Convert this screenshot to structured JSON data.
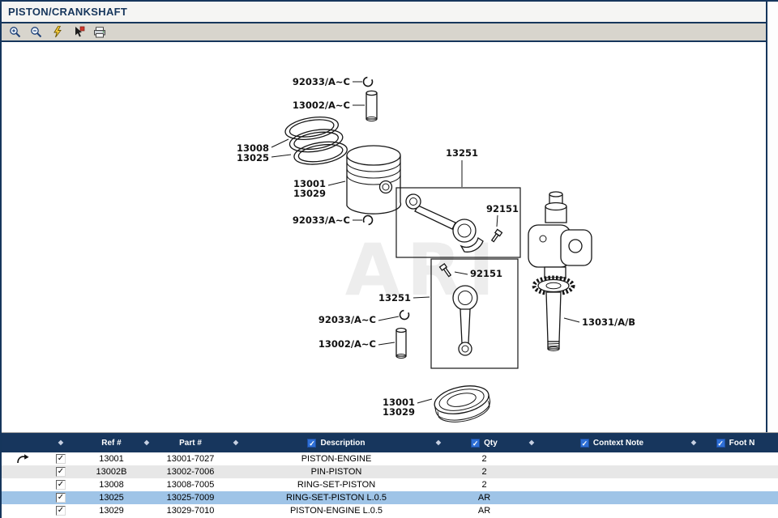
{
  "window": {
    "title": "PISTON/CRANKSHAFT"
  },
  "toolbar": {
    "buttons": [
      "zoom-in",
      "zoom-out",
      "quick-zoom",
      "hotspot",
      "print"
    ]
  },
  "icons": {
    "check_glyph": "✓",
    "sort_glyph": "◆"
  },
  "diagram": {
    "watermark": "ARI",
    "labels": {
      "circlip_top": "92033/A~C",
      "pin_top": "13002/A~C",
      "ring_a": "13008",
      "ring_b": "13025",
      "piston_a": "13001",
      "piston_b": "13029",
      "circlip_mid": "92033/A~C",
      "conrod_top": "13251",
      "bolt_top": "92151",
      "bolt_bottom": "92151",
      "conrod_bottom": "13251",
      "circlip_bottom": "92033/A~C",
      "pin_bottom": "13002/A~C",
      "crankshaft": "13031/A/B",
      "piston2_a": "13001",
      "piston2_b": "13029"
    }
  },
  "table": {
    "headers": {
      "ref": "Ref #",
      "part": "Part #",
      "desc": "Description",
      "qty": "Qty",
      "context": "Context Note",
      "foot": "Foot N"
    },
    "rows": [
      {
        "ref": "13001",
        "part": "13001-7027",
        "desc": "PISTON-ENGINE",
        "qty": "2",
        "context": "",
        "foot": ""
      },
      {
        "ref": "13002B",
        "part": "13002-7006",
        "desc": "PIN-PISTON",
        "qty": "2",
        "context": "",
        "foot": ""
      },
      {
        "ref": "13008",
        "part": "13008-7005",
        "desc": "RING-SET-PISTON",
        "qty": "2",
        "context": "",
        "foot": ""
      },
      {
        "ref": "13025",
        "part": "13025-7009",
        "desc": "RING-SET-PISTON L.0.5",
        "qty": "AR",
        "context": "",
        "foot": ""
      },
      {
        "ref": "13029",
        "part": "13029-7010",
        "desc": "PISTON-ENGINE L.0.5",
        "qty": "AR",
        "context": "",
        "foot": ""
      }
    ],
    "selected_ref": "13025"
  },
  "colors": {
    "accent_navy": "#16365c",
    "header_bg": "#17365d",
    "selected_row": "#9fc4e7",
    "alt_row": "#e7e7e7",
    "checkbox_blue": "#2e6fd6",
    "toolbar_bg": "#d8d5cd"
  }
}
